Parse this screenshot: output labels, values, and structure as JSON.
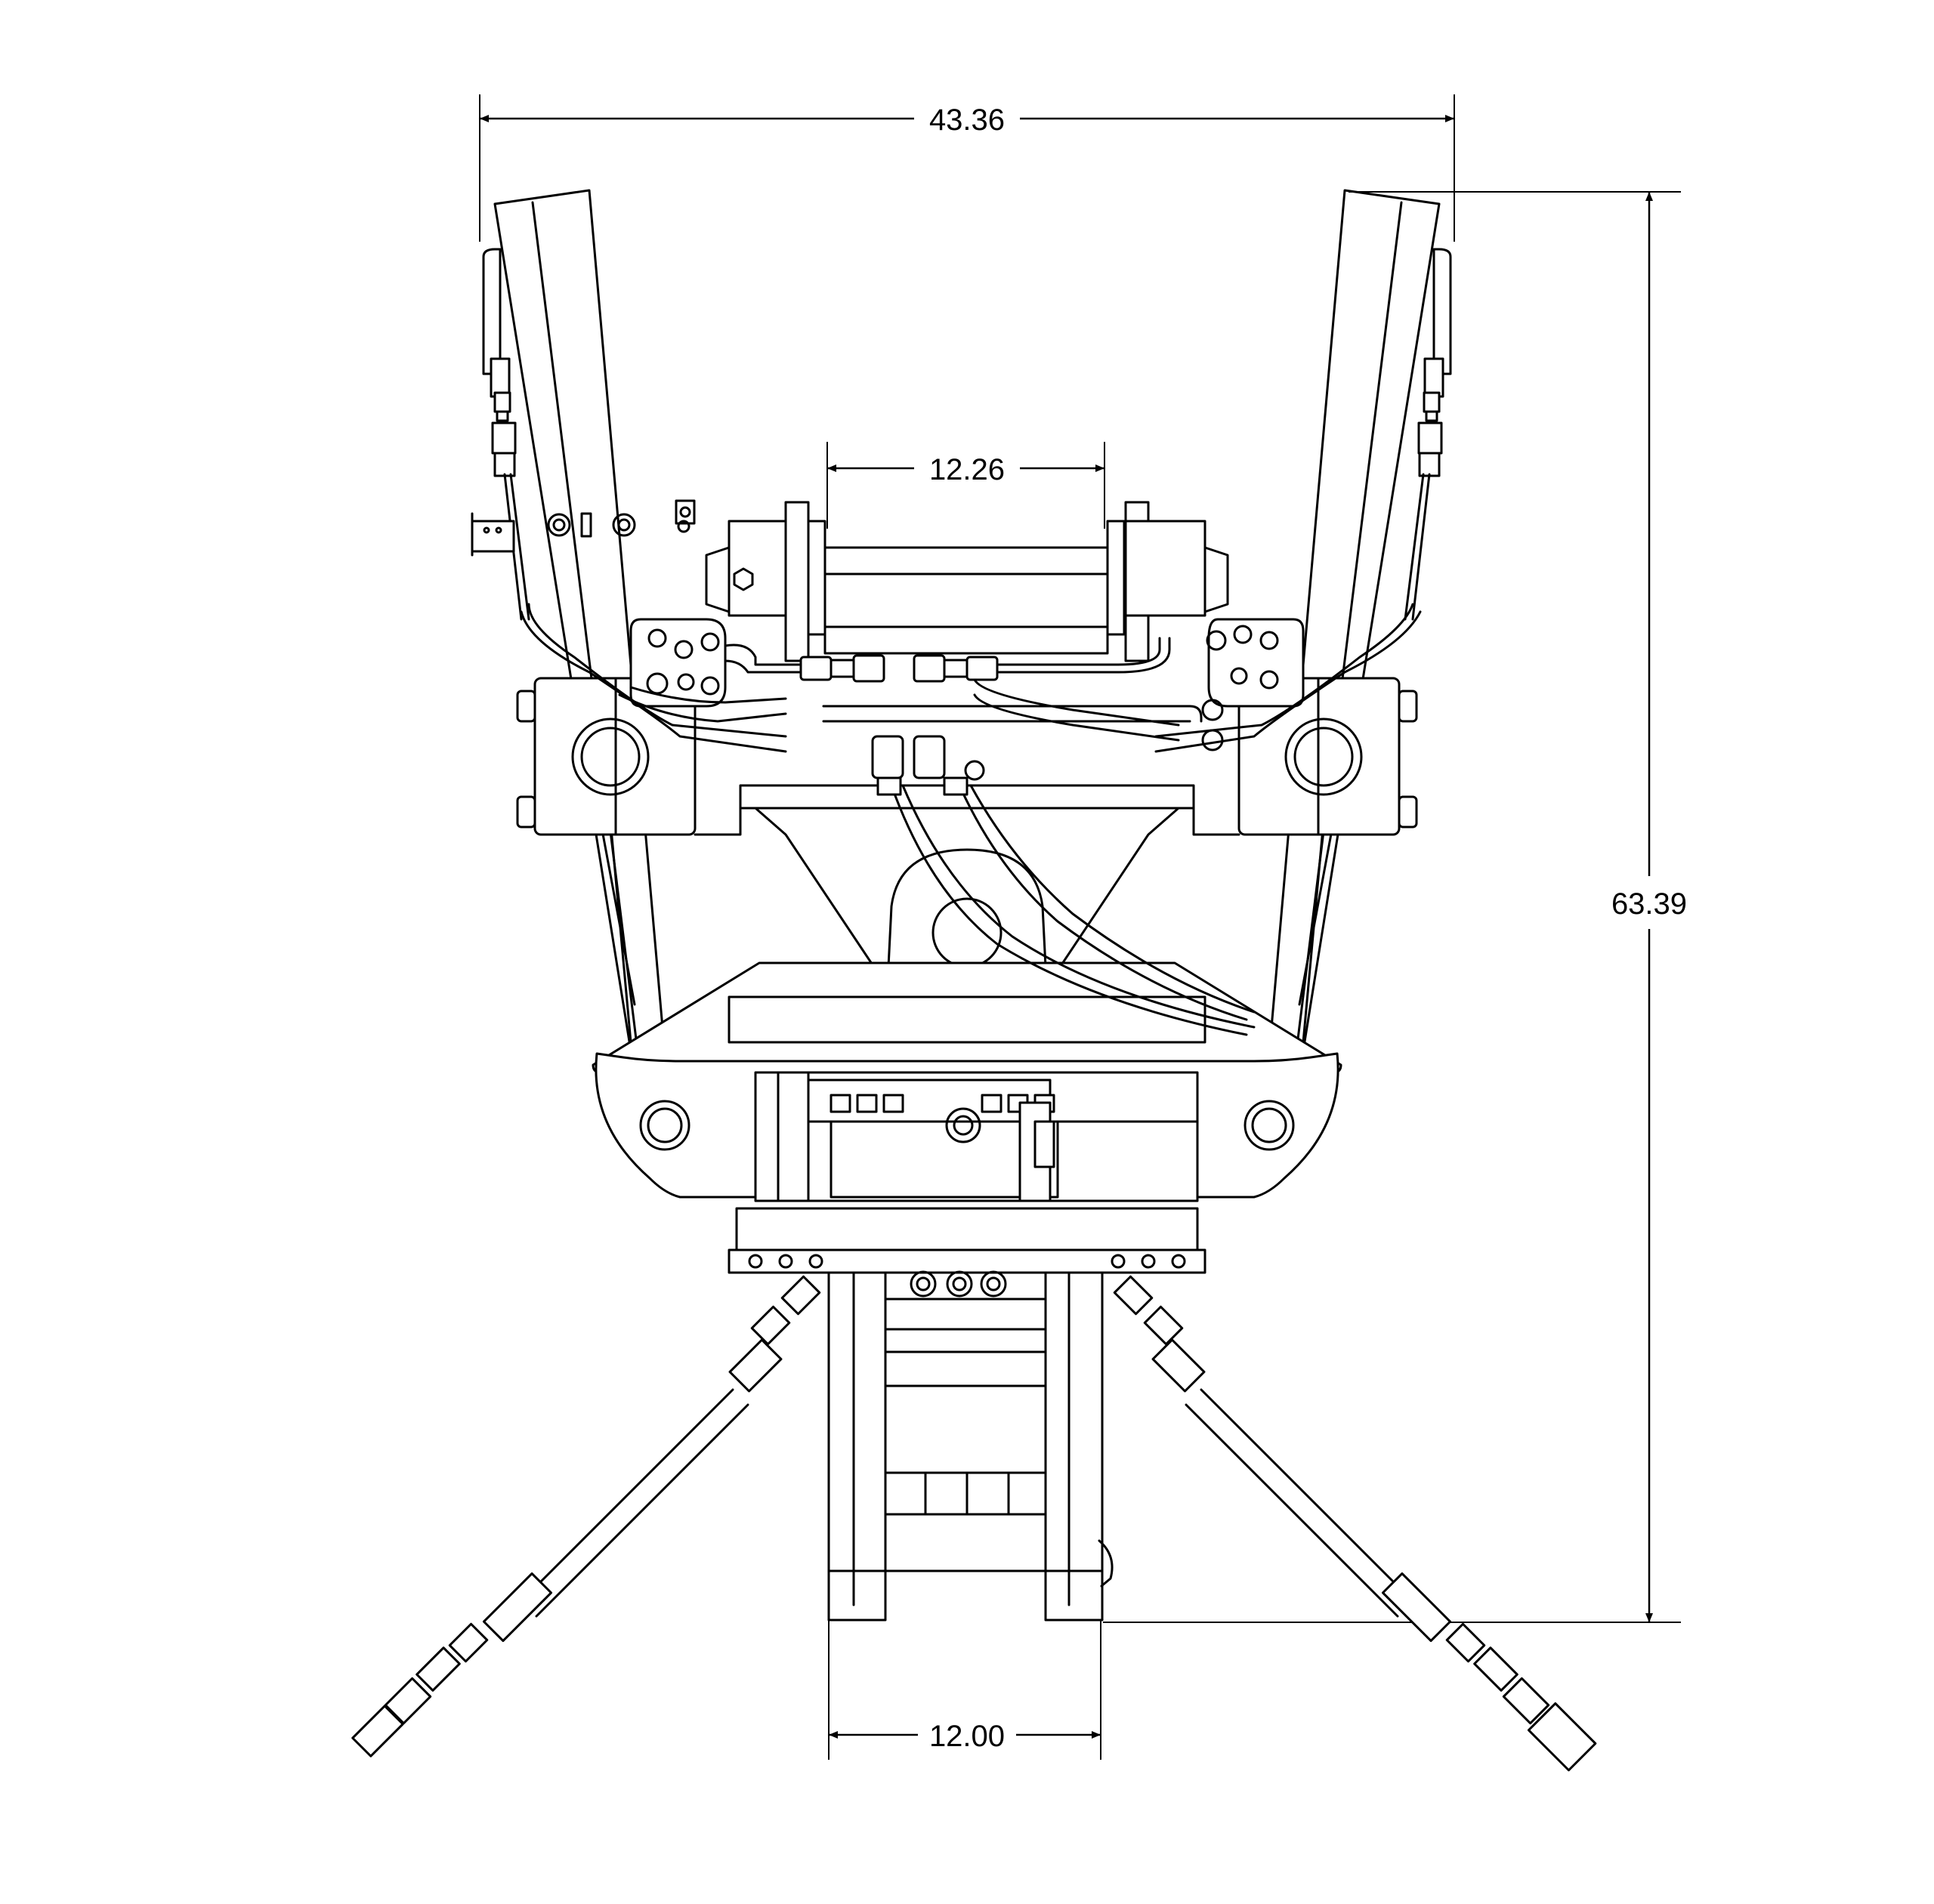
{
  "dimensions": {
    "overall_width": "43.36",
    "overall_height": "63.39",
    "top_inner_width": "12.26",
    "bottom_width": "12.00"
  }
}
